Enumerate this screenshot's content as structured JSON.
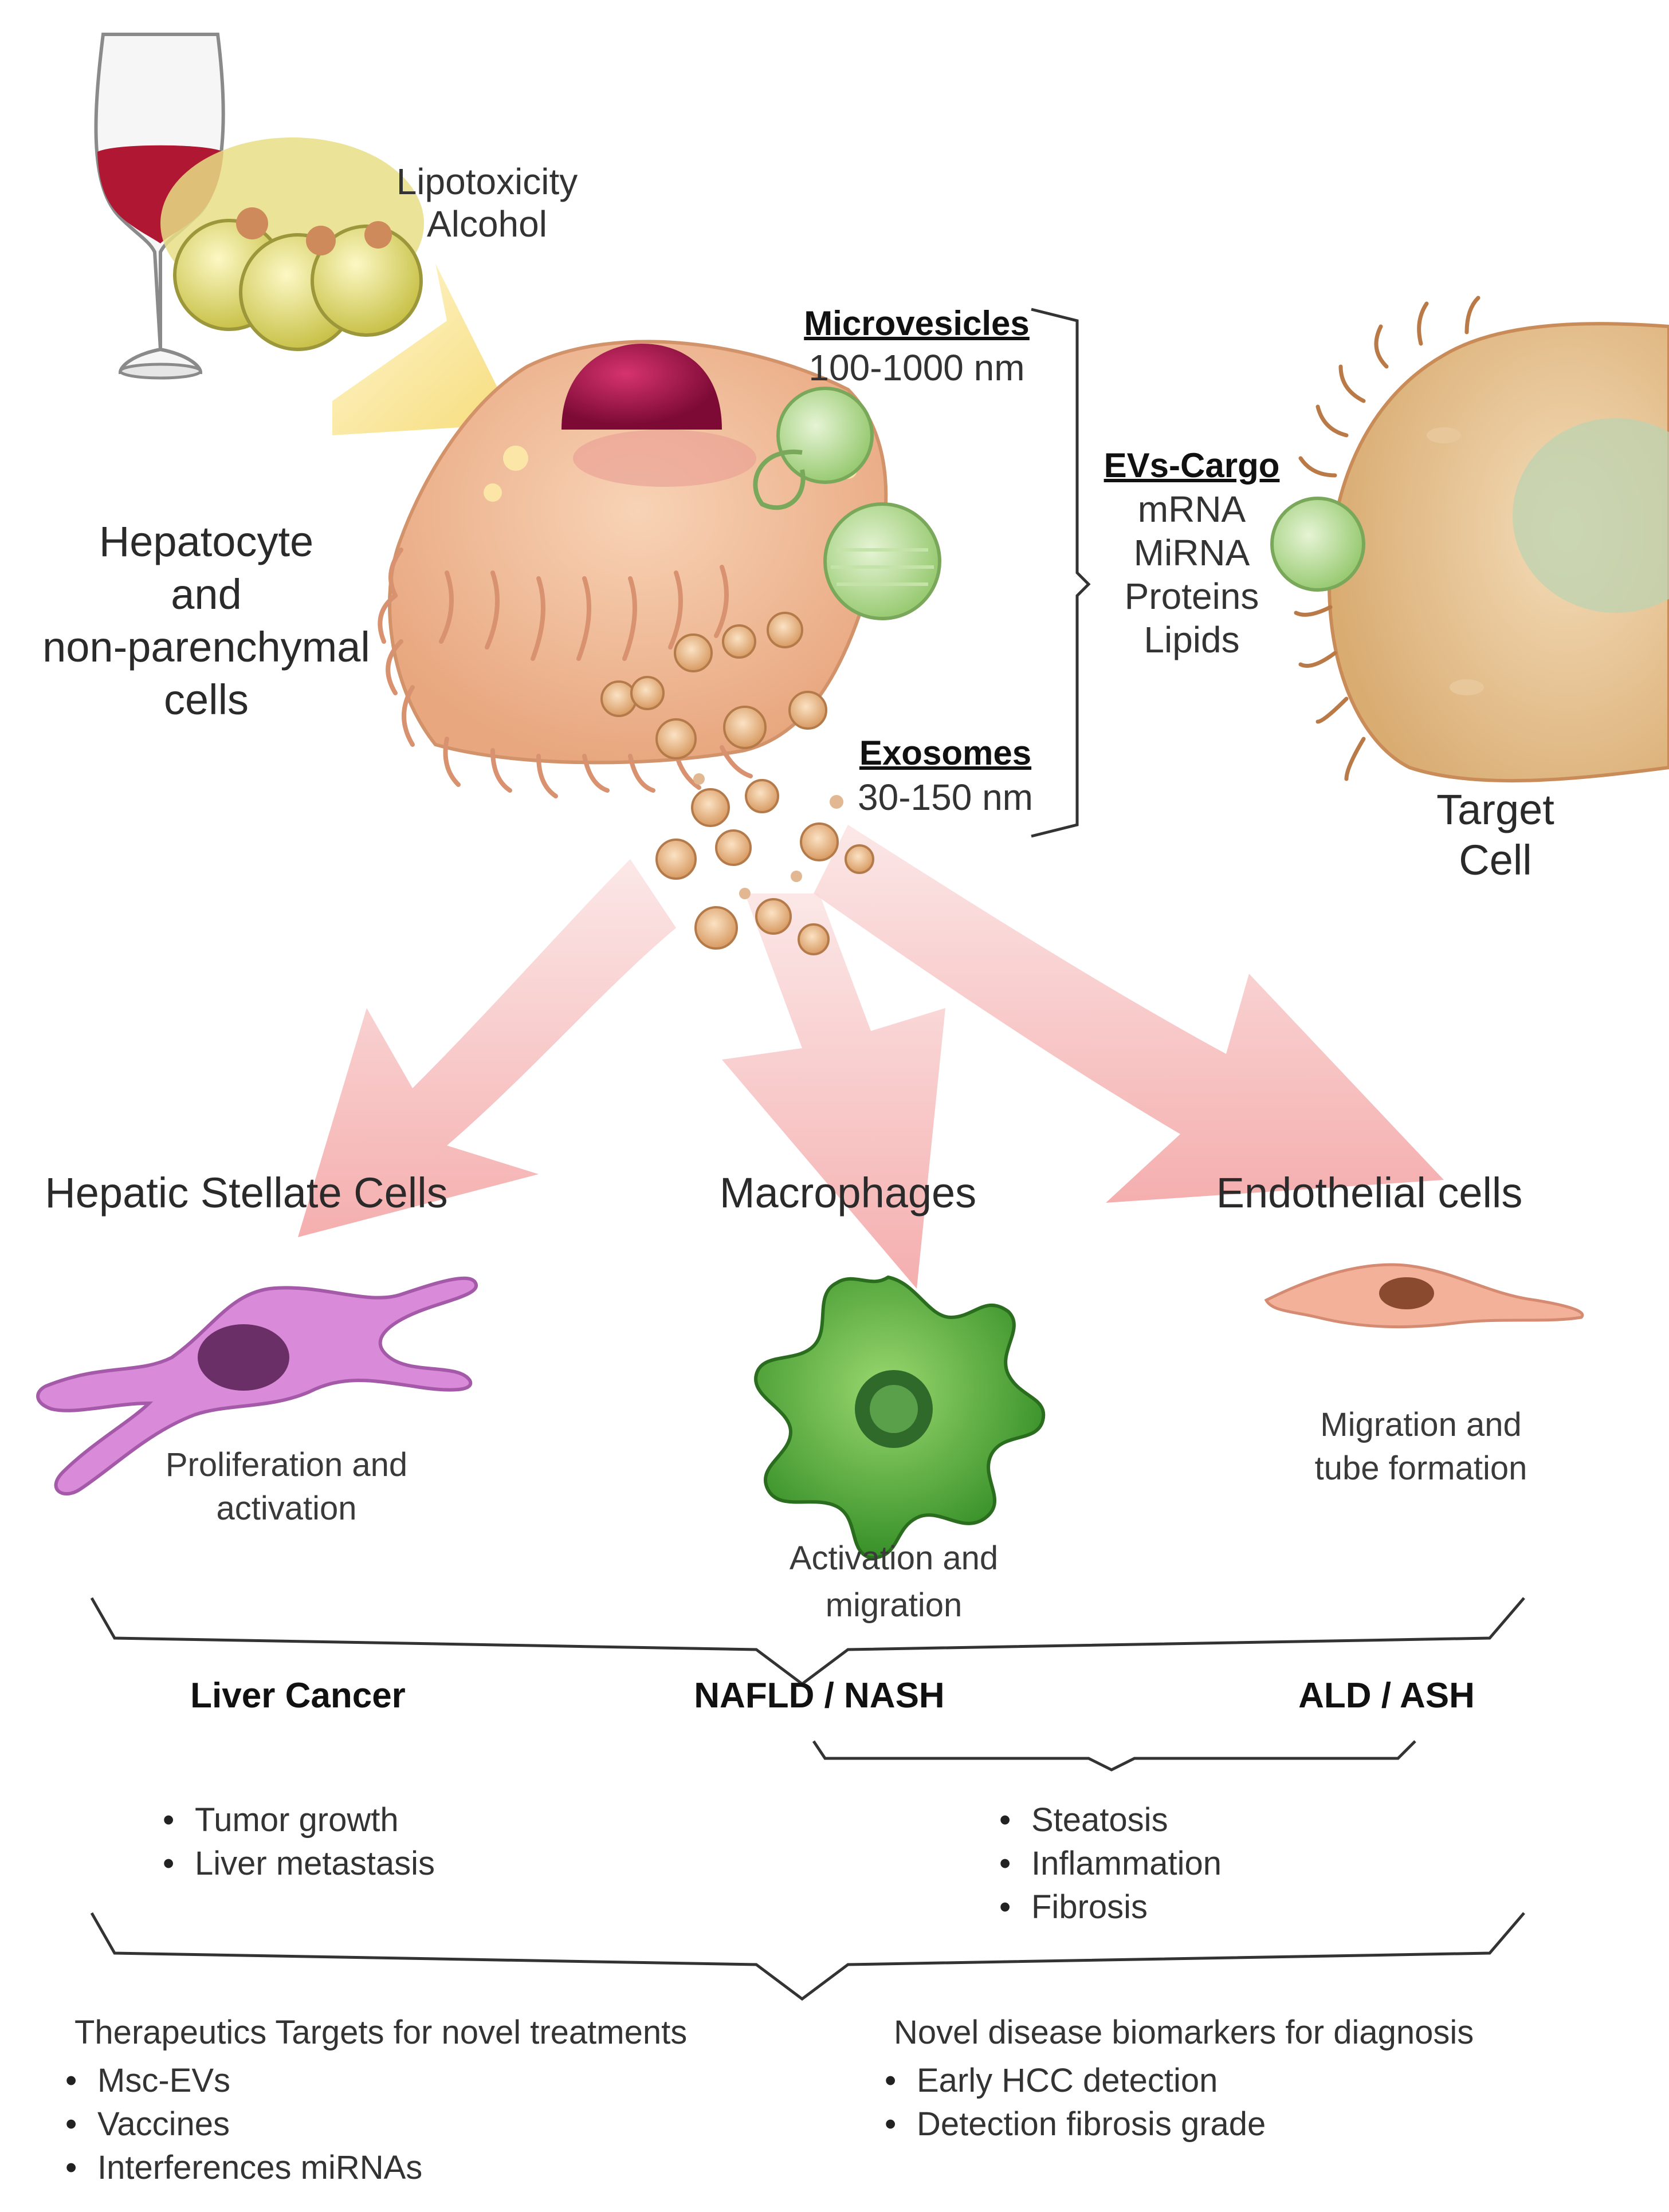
{
  "labels": {
    "lipotoxicity": "Lipotoxicity",
    "alcohol": "Alcohol",
    "hepatocyte_lines": [
      "Hepatocyte",
      "and",
      "non-parenchymal",
      "cells"
    ],
    "microvesicles_title": "Microvesicles",
    "microvesicles_size": "100-1000 nm",
    "exosomes_title": "Exosomes",
    "exosomes_size": "30-150 nm",
    "evs_cargo_title": "EVs-Cargo",
    "evs_cargo_items": [
      "mRNA",
      "MiRNA",
      "Proteins",
      "Lipids"
    ],
    "target_cell_lines": [
      "Target",
      "Cell"
    ]
  },
  "cell_types": [
    {
      "name": "Hepatic Stellate Cells",
      "effect_lines": [
        "Proliferation and",
        "activation"
      ]
    },
    {
      "name": "Macrophages",
      "effect_lines": [
        "Activation and",
        "migration"
      ]
    },
    {
      "name": "Endothelial cells",
      "effect_lines": [
        "Migration and",
        "tube formation"
      ]
    }
  ],
  "diseases": {
    "liver_cancer": "Liver Cancer",
    "nafld_nash": "NAFLD / NASH",
    "ald_ash": "ALD / ASH"
  },
  "cancer_bullets": [
    "Tumor growth",
    "Liver metastasis"
  ],
  "fatty_liver_bullets": [
    "Steatosis",
    "Inflammation",
    "Fibrosis"
  ],
  "therapeutics": {
    "title": "Therapeutics Targets for novel treatments",
    "items": [
      "Msc-EVs",
      "Vaccines",
      "Interferences miRNAs"
    ]
  },
  "biomarkers": {
    "title": "Novel disease biomarkers for diagnosis",
    "items": [
      "Early HCC detection",
      "Detection fibrosis grade"
    ]
  },
  "colors": {
    "arrow_red": "#f4a4a4",
    "arrow_yellow": "#f8e08a",
    "hepatocyte": "#f0b58e",
    "nucleus_red": "#a3104a",
    "vesicle_green": "#a8d48a",
    "stellate": "#d687d6",
    "macrophage": "#4fae3a",
    "endothelial": "#f1a98f"
  }
}
